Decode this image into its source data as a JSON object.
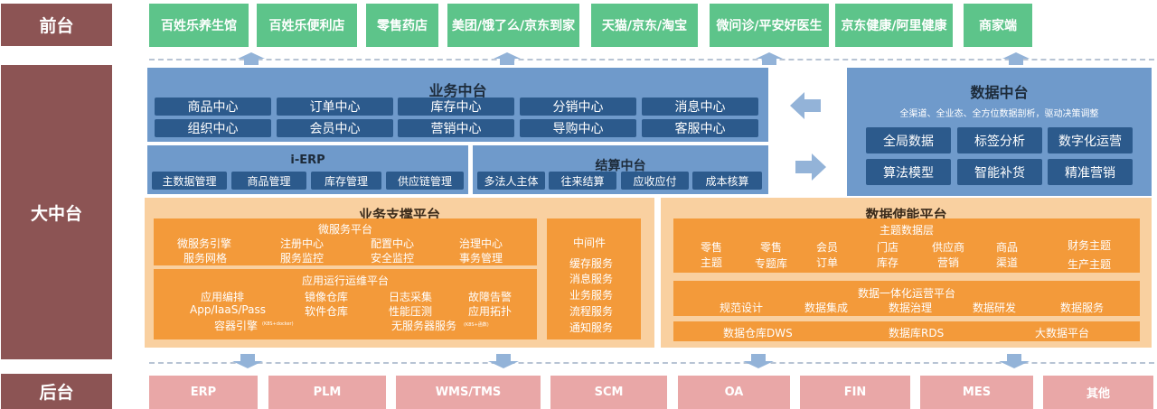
{
  "tiers": {
    "front": "前台",
    "middle": "大中台",
    "back": "后台"
  },
  "front_channels": [
    "百姓乐养生馆",
    "百姓乐便利店",
    "零售药店",
    "美团/饿了么/京东到家",
    "天猫/京东/淘宝",
    "微问诊/平安好医生",
    "京东健康/阿里健康",
    "商家端"
  ],
  "business_platform": {
    "title": "业务中台",
    "row1": [
      "商品中心",
      "订单中心",
      "库存中心",
      "分销中心",
      "消息中心"
    ],
    "row2": [
      "组织中心",
      "会员中心",
      "营销中心",
      "导购中心",
      "客服中心"
    ]
  },
  "ierp": {
    "title": "i-ERP",
    "items": [
      "主数据管理",
      "商品管理",
      "库存管理",
      "供应链管理"
    ]
  },
  "settlement": {
    "title": "结算中台",
    "items": [
      "多法人主体",
      "往来结算",
      "应收应付",
      "成本核算"
    ]
  },
  "data_platform": {
    "title": "数据中台",
    "subtitle": "全渠道、全业态、全方位数据剖析，驱动决策调整",
    "items": [
      "全局数据",
      "标签分析",
      "数字化运营",
      "算法模型",
      "智能补货",
      "精准营销"
    ]
  },
  "biz_support": {
    "title": "业务支撑平台",
    "microservice": {
      "title": "微服务平台",
      "row1": [
        "微服务引擎",
        "注册中心",
        "配置中心",
        "治理中心"
      ],
      "row2": [
        "服务网格",
        "服务监控",
        "安全监控",
        "事务管理"
      ]
    },
    "ops": {
      "title": "应用运行运维平台",
      "row1": [
        "应用编排",
        "镜像仓库",
        "日志采集",
        "故障告警"
      ],
      "row2": [
        "App/IaaS/Pass",
        "软件仓库",
        "性能压测",
        "应用拓扑"
      ],
      "row3a": "容器引擎",
      "row3a_note": "(K8S+docker)",
      "row3b": "无服务器服务",
      "row3b_note": "(K8S+函数)"
    },
    "middleware": {
      "title": "中间件",
      "items": [
        "缓存服务",
        "消息服务",
        "业务服务",
        "流程服务",
        "通知服务"
      ]
    }
  },
  "data_enable": {
    "title": "数据使能平台",
    "theme": {
      "title": "主题数据层",
      "cols": [
        [
          "零售",
          "主题"
        ],
        [
          "零售",
          "专题库"
        ],
        [
          "会员",
          "订单"
        ],
        [
          "门店",
          "库存"
        ],
        [
          "供应商",
          "营销"
        ],
        [
          "商品",
          "渠道"
        ],
        [
          "财务主题",
          "生产主题"
        ]
      ]
    },
    "ops": {
      "title": "数据一体化运营平台",
      "items": [
        "规范设计",
        "数据集成",
        "数据治理",
        "数据研发",
        "数据服务"
      ]
    },
    "storage": [
      "数据仓库DWS",
      "数据库RDS",
      "大数据平台"
    ]
  },
  "back_systems": [
    "ERP",
    "PLM",
    "WMS/TMS",
    "SCM",
    "OA",
    "FIN",
    "MES",
    "其他"
  ],
  "colors": {
    "tier": "#8c5454",
    "front": "#5dc48a",
    "back": "#e9a7a7",
    "blue_panel": "#6f9acb",
    "blue_button": "#2c5a8c",
    "orange": "#f39a3a",
    "orange_bg": "#f9d0a0",
    "arrow": "#93b3d8"
  }
}
